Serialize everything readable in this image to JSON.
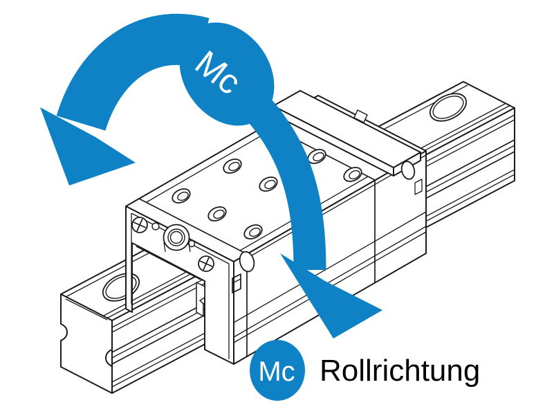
{
  "colors": {
    "accent": "#0F82C6",
    "line": "#1A1A1A",
    "text": "#000000",
    "label_on_accent": "#FFFFFF",
    "background": "#FFFFFF"
  },
  "arrow": {
    "moment_label": "Mc"
  },
  "legend": {
    "badge_label": "Mc",
    "caption": "Rollrichtung"
  }
}
